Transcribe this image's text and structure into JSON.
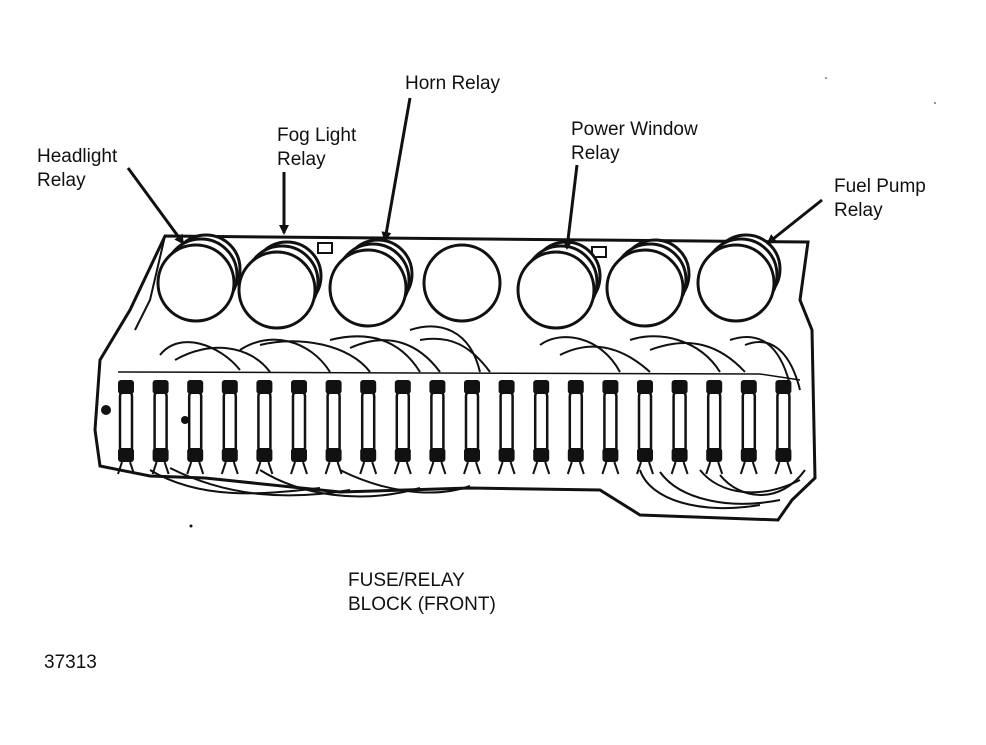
{
  "labels": {
    "headlight_relay": [
      "Headlight",
      "Relay"
    ],
    "fog_light_relay": [
      "Fog Light",
      "Relay"
    ],
    "horn_relay": [
      "Horn Relay"
    ],
    "power_window_relay": [
      "Power Window",
      "Relay"
    ],
    "fuel_pump_relay": [
      "Fuel Pump",
      "Relay"
    ]
  },
  "caption": [
    "FUSE/RELAY",
    "BLOCK (FRONT)"
  ],
  "figure_number": "37313",
  "colors": {
    "ink": "#111111",
    "paper": "#ffffff"
  }
}
